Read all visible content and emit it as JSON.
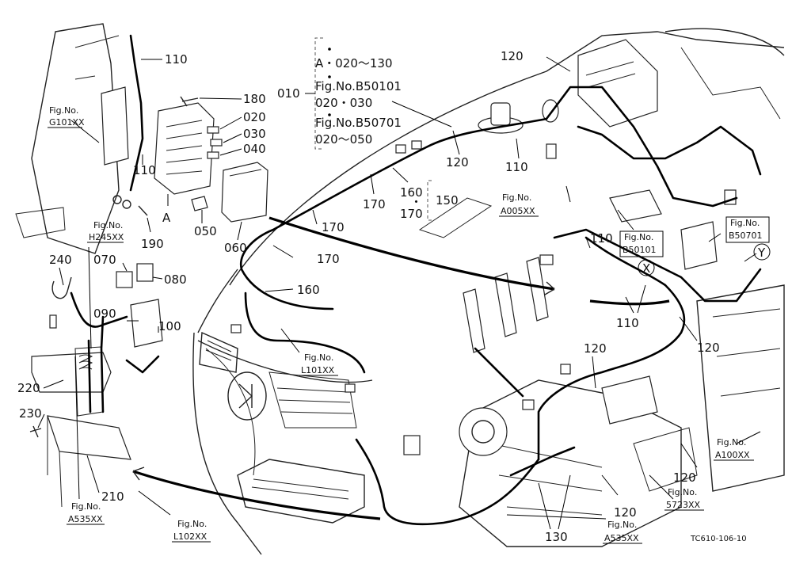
{
  "drawing": {
    "code": "TC610-106-10",
    "group_note": {
      "code": "010",
      "line1": "A・020～130",
      "line2": "Fig.No.B50101",
      "line3": "020・030",
      "line4": "Fig.No.B50701",
      "line5": "020～050"
    }
  },
  "part_labels": {
    "p110_a": "110",
    "p180": "180",
    "p020": "020",
    "p030": "030",
    "p040": "040",
    "p110_b": "110",
    "p190": "190",
    "p050": "050",
    "p060": "060",
    "sub_a": "A",
    "p240": "240",
    "p070": "070",
    "p080": "080",
    "p090": "090",
    "p100": "100",
    "p220": "220",
    "p230": "230",
    "p210": "210",
    "p120_a": "120",
    "p120_b": "120",
    "p110_c": "110",
    "p170_a": "170",
    "p160_a": "160",
    "p160_170": "・",
    "p170_c": "170",
    "p150": "150",
    "p170_b": "170",
    "p170_d": "170",
    "p160_b": "160",
    "p110_d": "110",
    "p110_e": "110",
    "p120_c": "120",
    "p120_d": "120",
    "p120_e": "120",
    "p120_f": "120",
    "p130": "130",
    "mark_x": "X",
    "mark_y": "Y"
  },
  "fig_refs": {
    "g101": {
      "line1": "Fig.No.",
      "line2": "G101XX"
    },
    "h245": {
      "line1": "Fig.No.",
      "line2": "H245XX"
    },
    "a535_left": {
      "line1": "Fig.No.",
      "line2": "A535XX"
    },
    "l102": {
      "line1": "Fig.No.",
      "line2": "L102XX"
    },
    "l101": {
      "line1": "Fig.No.",
      "line2": "L101XX"
    },
    "a005": {
      "line1": "Fig.No.",
      "line2": "A005XX"
    },
    "b50101": {
      "line1": "Fig.No.",
      "line2": "B50101"
    },
    "b50701": {
      "line1": "Fig.No.",
      "line2": "B50701"
    },
    "a100": {
      "line1": "Fig.No.",
      "line2": "A100XX"
    },
    "s5723": {
      "line1": "Fig.No.",
      "line2": "5723XX"
    },
    "a535_bottom": {
      "line1": "Fig.No.",
      "line2": "A535XX"
    }
  }
}
